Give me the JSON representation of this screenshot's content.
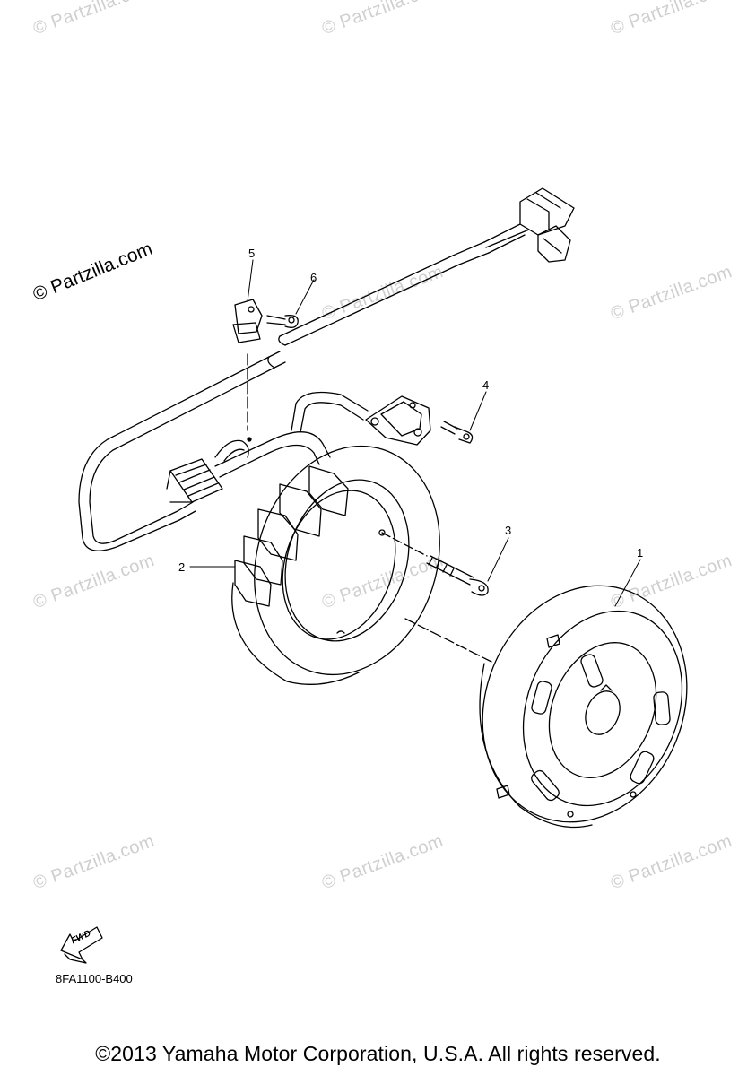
{
  "watermark": {
    "main": "© Partzilla.com",
    "tile": "© Partzilla.com"
  },
  "callouts": {
    "c1": "1",
    "c2": "2",
    "c3": "3",
    "c4": "4",
    "c5": "5",
    "c6": "6"
  },
  "fwd_label": "FWD",
  "diagram_code": "8FA1100-B400",
  "copyright": "©2013 Yamaha Motor Corporation, U.S.A. All rights reserved."
}
